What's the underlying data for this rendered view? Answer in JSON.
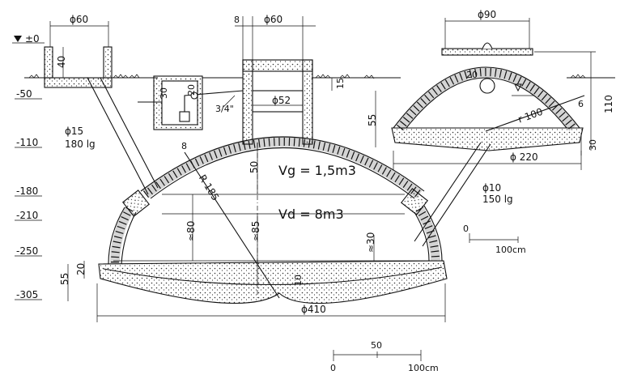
{
  "levels": [
    {
      "label": "±0"
    },
    {
      "label": "-50"
    },
    {
      "label": "-110"
    },
    {
      "label": "-180"
    },
    {
      "label": "-210"
    },
    {
      "label": "-250"
    },
    {
      "label": "-305"
    }
  ],
  "dimensions": {
    "inlet_phi": "ϕ60",
    "inlet_depth": "40",
    "gasdome_b": "8",
    "gasdome_phi": "ϕ60",
    "valve_20": "20",
    "valve_30": "30",
    "valve_15": "15",
    "valve_34": "3/4\"",
    "shaft_phi52": "ϕ52",
    "shaft_55": "55",
    "dome_b": "8",
    "dome_r": "R 185",
    "dome_50": "50",
    "dome_80": "≈80",
    "dome_85": "≈85",
    "dome_30": "≈30",
    "dome_20": "20",
    "dome_55": "55",
    "dome_10": "10",
    "inlet_pipe_phi": "ϕ15",
    "inlet_pipe_len": "180 lg",
    "outlet_pipe_phi": "ϕ10",
    "outlet_pipe_len": "150 lg",
    "base_phi": "ϕ410",
    "comp_phi90": "ϕ90",
    "comp_20": "20",
    "comp_6": "6",
    "comp_r100": "r 100",
    "comp_110": "110",
    "comp_30": "30",
    "comp_220": "ϕ 220"
  },
  "volumes": {
    "gas_text": "Vg = 1,5m3",
    "digester_text": "Vd = 8m3"
  },
  "scale_small": {
    "zero": "0",
    "end": "100cm"
  },
  "scale_main": {
    "zero": "0",
    "mid": "50",
    "end": "100cm"
  }
}
